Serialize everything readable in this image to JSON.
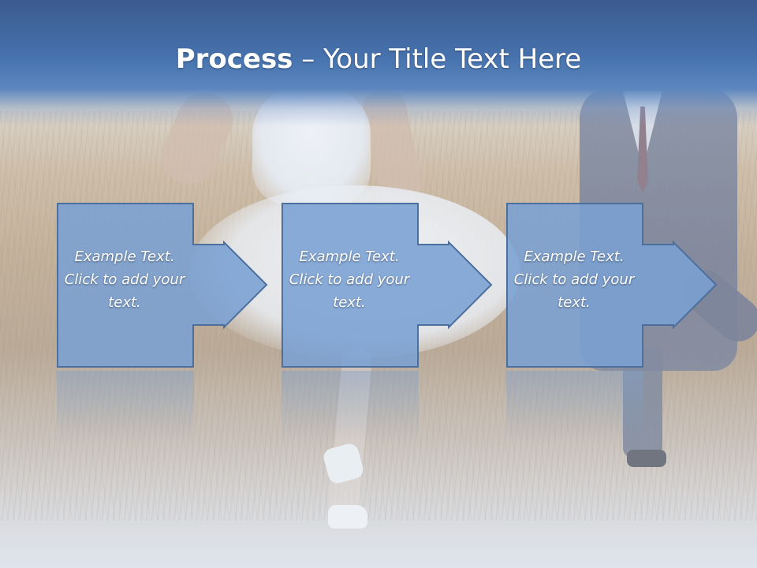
{
  "slide": {
    "title_bold": "Process",
    "title_rest": " – Your Title Text Here",
    "steps": [
      {
        "text": "Example Text. Click  to add your text."
      },
      {
        "text": "Example Text. Click  to add your text."
      },
      {
        "text": "Example Text. Click  to add your text."
      }
    ],
    "colors": {
      "title_band": "#4672ad",
      "box_fill": "#7aa0d3",
      "box_border": "#4d6f9e",
      "text": "#ffffff"
    }
  }
}
